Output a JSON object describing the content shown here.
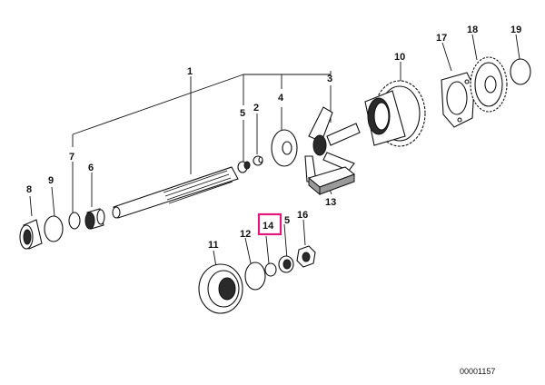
{
  "callouts": {
    "c1": "1",
    "c2": "2",
    "c3": "3",
    "c4": "4",
    "c5a": "5",
    "c5b": "5",
    "c6": "6",
    "c7": "7",
    "c8": "8",
    "c9": "9",
    "c10": "10",
    "c11": "11",
    "c12": "12",
    "c13": "13",
    "c14": "14",
    "c16": "16",
    "c17": "17",
    "c18": "18",
    "c19": "19"
  },
  "highlighted_callout": "14",
  "highlight_color": "#e0197a",
  "diagram_number": "00001157"
}
